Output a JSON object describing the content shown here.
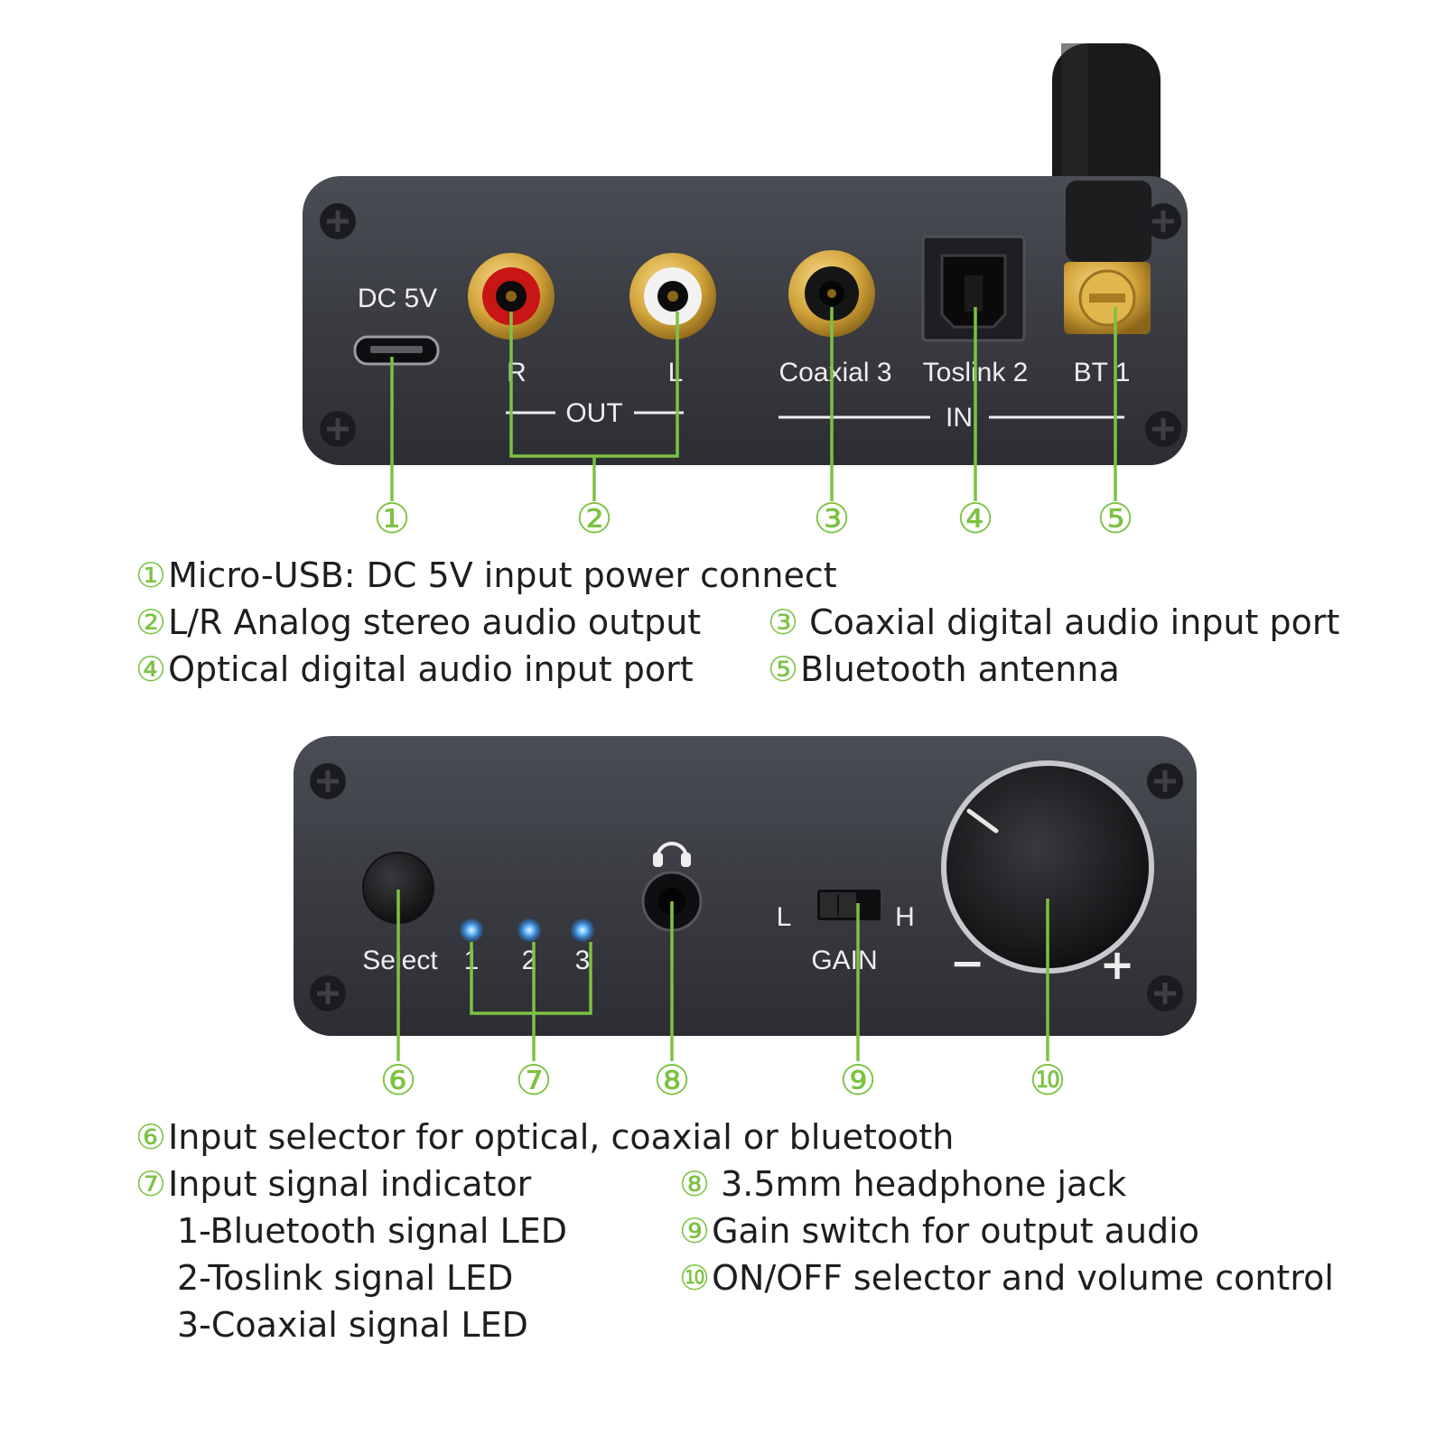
{
  "rear_panel": {
    "dc_label": "DC 5V",
    "out_r": "R",
    "out_l": "L",
    "out_label": "OUT",
    "in_coax": "Coaxial 3",
    "in_toslink": "Toslink 2",
    "in_bt": "BT 1",
    "in_label": "IN"
  },
  "front_panel": {
    "select_label": "Select",
    "led_1": "1",
    "led_2": "2",
    "led_3": "3",
    "gain_l": "L",
    "gain_h": "H",
    "gain_label": "GAIN",
    "vol_minus": "−",
    "vol_plus": "+"
  },
  "callouts": [
    "①",
    "②",
    "③",
    "④",
    "⑤",
    "⑥",
    "⑦",
    "⑧",
    "⑨",
    "⑩"
  ],
  "legend_rear": [
    {
      "num": "①",
      "text": "Micro-USB: DC 5V input power connect"
    },
    {
      "num": "②",
      "text": "L/R Analog stereo audio output"
    },
    {
      "num": "③",
      "text": "Coaxial digital audio input port"
    },
    {
      "num": "④",
      "text": "Optical digital audio input port"
    },
    {
      "num": "⑤",
      "text": "Bluetooth antenna"
    }
  ],
  "legend_front": [
    {
      "num": "⑥",
      "text": "Input selector for optical, coaxial or bluetooth"
    },
    {
      "num": "⑦",
      "text": "Input signal indicator"
    },
    {
      "num": "⑧",
      "text": "3.5mm headphone jack"
    },
    {
      "num": "⑨",
      "text": "Gain switch for output audio"
    },
    {
      "num": "⑩",
      "text": "ON/OFF selector and volume control"
    }
  ],
  "legend_front_sub": [
    "1-Bluetooth signal LED",
    "2-Toslink signal LED",
    "3-Coaxial signal LED"
  ],
  "colors": {
    "callout_green": "#7cc242",
    "panel": "#3b3d43",
    "led_blue": "#3fa0ff",
    "gold": "#d4a93a",
    "rca_red": "#d01818"
  }
}
